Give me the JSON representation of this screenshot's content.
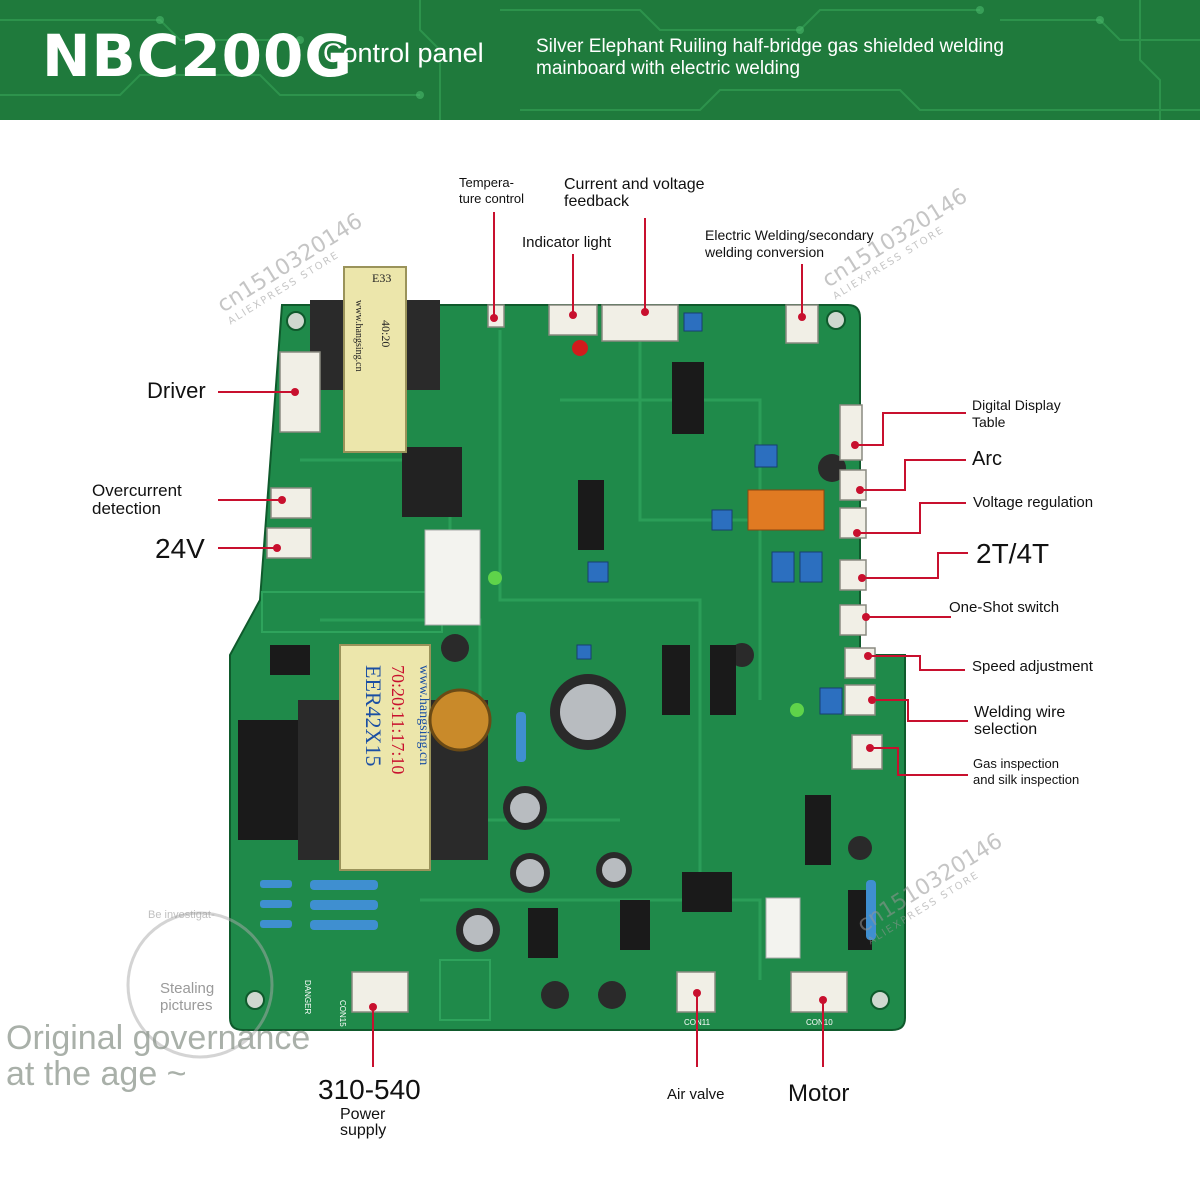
{
  "header": {
    "model": "NBC200G",
    "subtitle": "Control panel",
    "description_line1": "Silver Elephant Ruiling half-bridge gas shielded welding",
    "description_line2": "mainboard with electric welding"
  },
  "callouts": {
    "temperature_control_1": "Tempera-",
    "temperature_control_2": "ture control",
    "current_voltage_1": "Current and voltage",
    "current_voltage_2": "feedback",
    "indicator_light": "Indicator light",
    "electric_welding_1": "Electric Welding/secondary",
    "electric_welding_2": "welding conversion",
    "driver": "Driver",
    "digital_display_1": "Digital Display",
    "digital_display_2": "Table",
    "arc": "Arc",
    "voltage_regulation": "Voltage regulation",
    "overcurrent_1": "Overcurrent",
    "overcurrent_2": "detection",
    "v24": "24V",
    "two_four_t": "2T/4T",
    "one_shot": "One-Shot switch",
    "speed_adjustment": "Speed adjustment",
    "welding_wire_1": "Welding wire",
    "welding_wire_2": "selection",
    "gas_inspection_1": "Gas inspection",
    "gas_inspection_2": "and silk inspection",
    "power_value": "310-540",
    "power_1": "Power",
    "power_2": "supply",
    "air_valve": "Air valve",
    "motor": "Motor"
  },
  "board_text": {
    "transformer_small_1": "E33",
    "transformer_small_2": "40:20",
    "transformer_small_3": "www.hangsing.cn",
    "transformer_large_1": "EER42X15",
    "transformer_large_2": "70:20:11:17:10",
    "transformer_large_3": "www.hangsing.cn",
    "conn_air": "CON11",
    "conn_motor": "CON10",
    "conn_power": "CON15",
    "danger": "DANGER"
  },
  "watermarks": {
    "store_id_a": "cn1510320146",
    "store_id_b": "cn1510320146",
    "store_id_c": "cn1510320146",
    "store_sub": "ALIEXPRESS STORE",
    "stealing_1": "Stealing",
    "stealing_2": "pictures",
    "investigate": "Be investigat-",
    "original_1": "Original governance",
    "original_2": "at the age ~"
  },
  "colors": {
    "header_green": "#1f7a3c",
    "board_green": "#1f8a4a",
    "leader_red": "#c8102e"
  }
}
